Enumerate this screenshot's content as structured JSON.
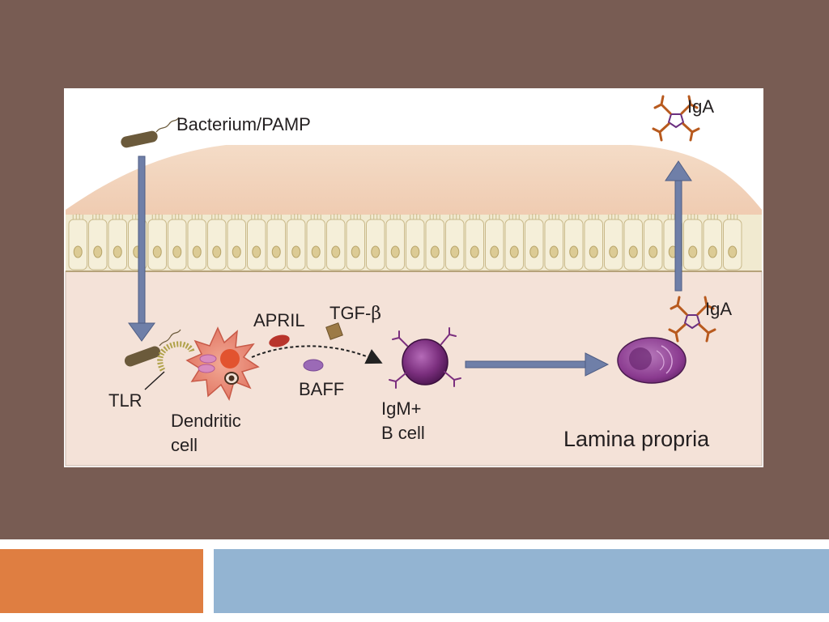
{
  "labels": {
    "bacterium": "Bacterium/PAMP",
    "iga_top": "IgA",
    "iga_mid": "IgA",
    "april": "APRIL",
    "tgf_prefix": "TGF-",
    "tgf_symbol": "β",
    "baff": "BAFF",
    "tlr": "TLR",
    "dendritic_line1": "Dendritic",
    "dendritic_line2": "cell",
    "igm_line1": "IgM+",
    "igm_line2": "B cell",
    "lamina_propria": "Lamina propria"
  },
  "colors": {
    "slide_background": "#785c53",
    "accent_orange": "#df7e41",
    "accent_blue": "#93b4d2",
    "arrow": "#6f7fa8",
    "lamina": "#f4e2d8",
    "mucus": "#f1d3bd",
    "epithelium": "#f1ead0",
    "bacterium": "#6b5a3b",
    "dendritic_cell": "#e88a78",
    "b_cell": "#7b2f7e",
    "plasma_cell": "#8a3a8f",
    "april": "#b8342b",
    "baff": "#9b6ab6",
    "tgf_beta": "#9c7a46",
    "antibody": "#b85a1e"
  }
}
